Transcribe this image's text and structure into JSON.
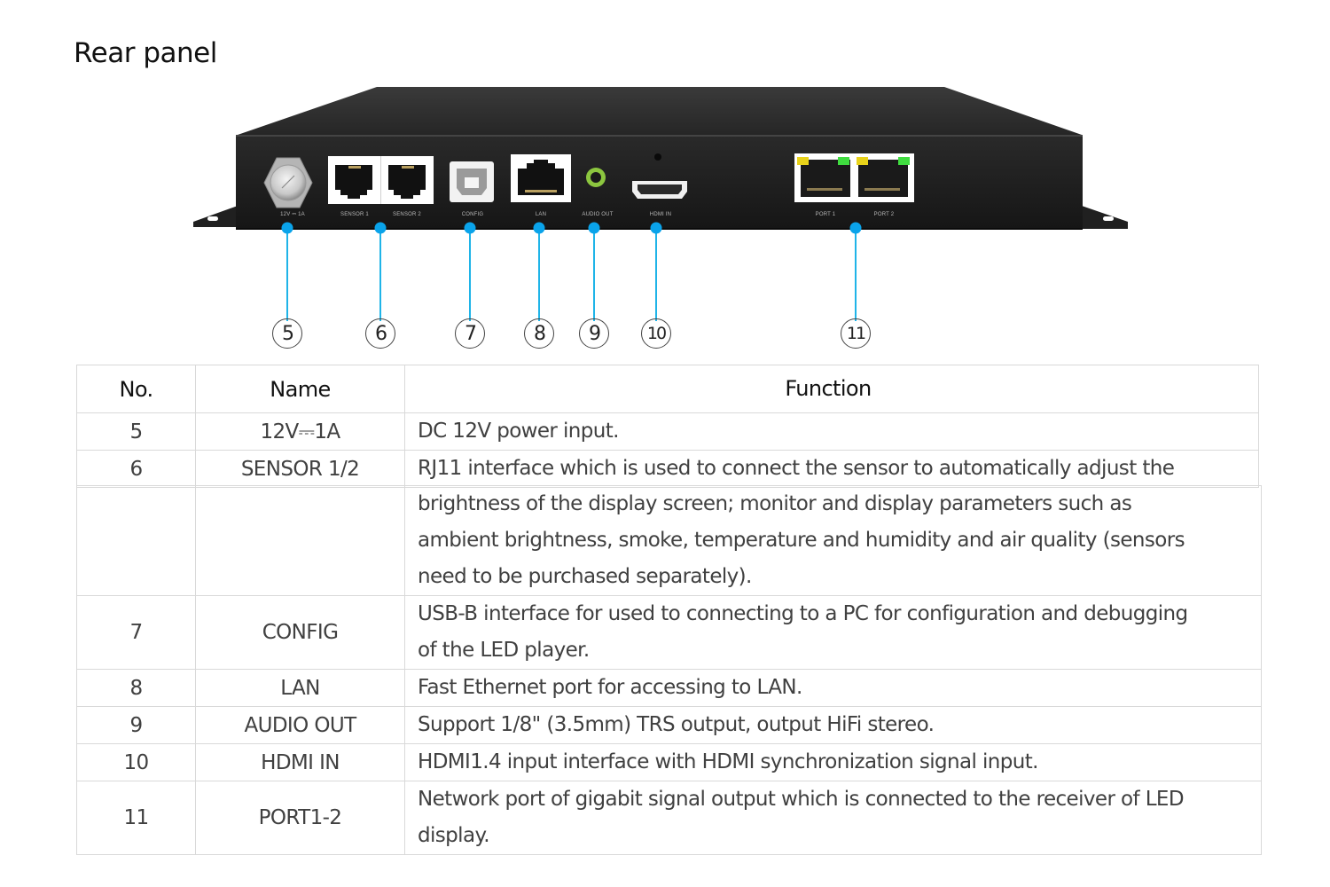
{
  "page": {
    "title": "Rear panel"
  },
  "device": {
    "port_labels": {
      "power": "12V ⎓ 1A",
      "sensor1": "SENSOR 1",
      "sensor2": "SENSOR 2",
      "config": "CONFIG",
      "lan": "LAN",
      "audio_out": "AUDIO OUT",
      "hdmi_in": "HDMI IN",
      "port1": "PORT 1",
      "port2": "PORT 2"
    },
    "callouts": [
      "5",
      "6",
      "7",
      "8",
      "9",
      "10",
      "11"
    ],
    "colors": {
      "callout_line": "#1fb4e8",
      "callout_dot": "#0aa3ea",
      "chassis": "#1e1e1e",
      "audio_ring": "#8cc63f",
      "led_yellow": "#e8d21a",
      "led_green": "#3fdc3f"
    }
  },
  "table": {
    "headers": {
      "no": "No.",
      "name": "Name",
      "function": "Function"
    },
    "rows": [
      {
        "no": "5",
        "name": "12V⎓1A",
        "function": "DC 12V power input."
      },
      {
        "no": "6",
        "name": "SENSOR 1/2",
        "function": "RJ11 interface which is used to connect the sensor to automatically adjust the"
      },
      {
        "no": "",
        "name": "",
        "function_lines": [
          "brightness of the display screen; monitor and display parameters such as",
          "ambient brightness, smoke, temperature and humidity and air quality (sensors",
          "need to be purchased separately)."
        ]
      },
      {
        "no": "7",
        "name": "CONFIG",
        "function_lines": [
          "USB-B interface for used to connecting to a PC for configuration and debugging",
          "of the LED player."
        ]
      },
      {
        "no": "8",
        "name": "LAN",
        "function": "Fast Ethernet port for accessing to LAN."
      },
      {
        "no": "9",
        "name": "AUDIO OUT",
        "function": "Support 1/8\"  (3.5mm) TRS output, output HiFi stereo."
      },
      {
        "no": "10",
        "name": "HDMI IN",
        "function": "HDMI1.4 input interface with HDMI synchronization signal input."
      },
      {
        "no": "11",
        "name": "PORT1-2",
        "function_lines": [
          "Network port of gigabit signal output which is connected to the receiver of LED",
          "display."
        ]
      }
    ]
  }
}
